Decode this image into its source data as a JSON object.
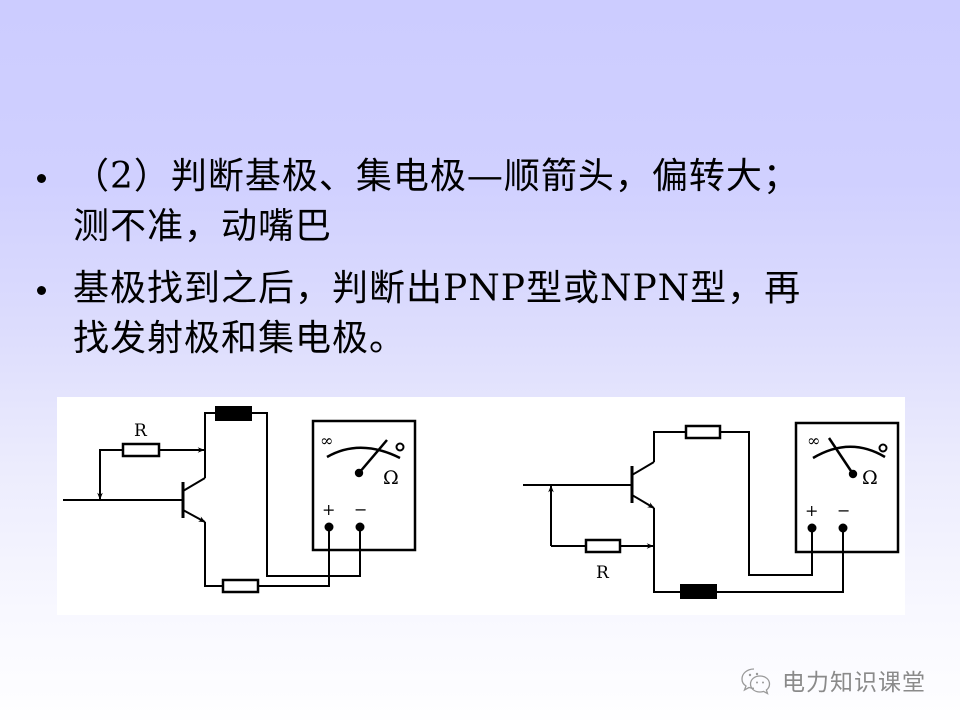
{
  "slide": {
    "background": {
      "top": "#ccccff",
      "bottom": "#fefeff"
    },
    "bullets": [
      {
        "lines": [
          "（2）判断基极、集电极—顺箭头，偏转大；",
          "测不准，动嘴巴"
        ]
      },
      {
        "lines": [
          "基极找到之后，判断出PNP型或NPN型，再",
          "找发射极和集电极。"
        ]
      }
    ]
  },
  "diagrams": {
    "left": {
      "resistor_label": "R",
      "meter": {
        "infinity_symbol": "∞",
        "zero_symbol": "o",
        "unit_symbol": "Ω",
        "plus_label": "+",
        "minus_label": "−"
      }
    },
    "right": {
      "resistor_label": "R",
      "meter": {
        "infinity_symbol": "∞",
        "zero_symbol": "o",
        "unit_symbol": "Ω",
        "plus_label": "+",
        "minus_label": "−"
      }
    }
  },
  "watermark": {
    "icon": "wechat-icon",
    "text": "电力知识课堂"
  }
}
